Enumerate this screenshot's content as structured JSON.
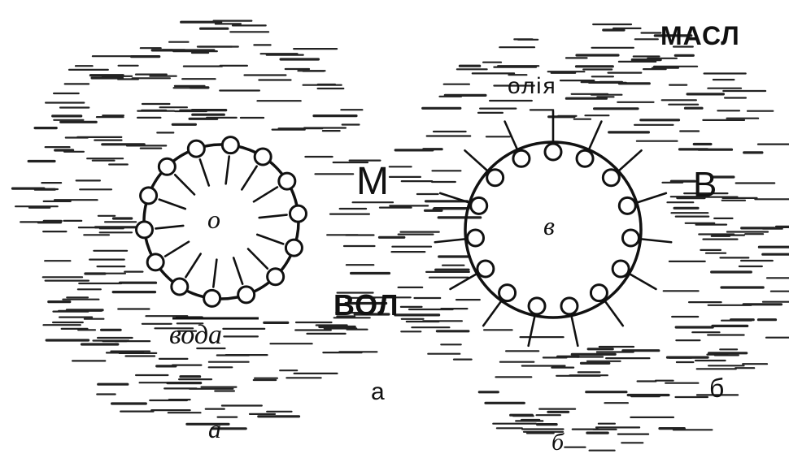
{
  "labels": {
    "m": "М",
    "b": "В",
    "vol": "ВОЛ",
    "masl": "МАСЛ",
    "oliya": "олія",
    "voda": "вода",
    "core_left": "о",
    "core_right": "в",
    "panel_a": "а",
    "panel_a_italic": "а",
    "panel_b": "б",
    "panel_b_italic": "б"
  }
}
